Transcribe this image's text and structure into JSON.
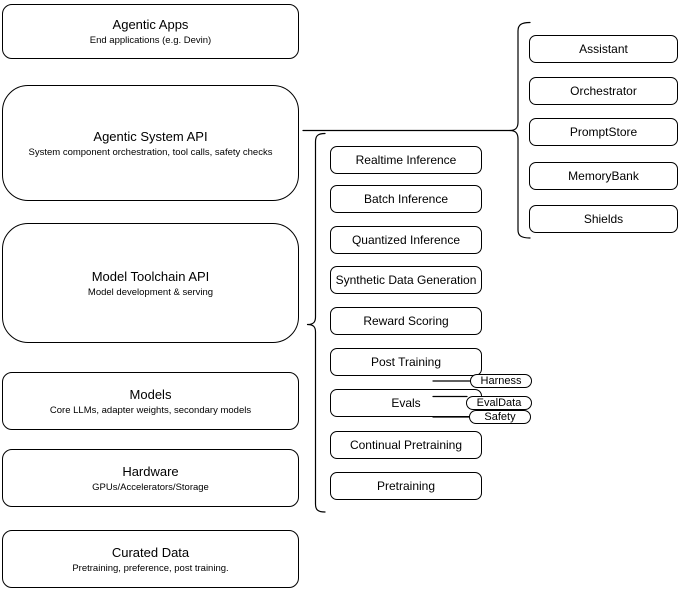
{
  "diagram": {
    "left_column": [
      {
        "title": "Agentic Apps",
        "subtitle": "End applications (e.g. Devin)"
      },
      {
        "title": "Agentic System API",
        "subtitle": "System component orchestration, tool calls, safety checks"
      },
      {
        "title": "Model Toolchain API",
        "subtitle": "Model development & serving"
      },
      {
        "title": "Models",
        "subtitle": "Core LLMs, adapter weights, secondary models"
      },
      {
        "title": "Hardware",
        "subtitle": "GPUs/Accelerators/Storage"
      },
      {
        "title": "Curated Data",
        "subtitle": "Pretraining, preference, post training."
      }
    ],
    "toolchain_services": [
      "Realtime Inference",
      "Batch Inference",
      "Quantized Inference",
      "Synthetic Data Generation",
      "Reward Scoring",
      "Post Training",
      "Evals",
      "Continual Pretraining",
      "Pretraining"
    ],
    "system_components": [
      "Assistant",
      "Orchestrator",
      "PromptStore",
      "MemoryBank",
      "Shields"
    ],
    "eval_tags": [
      "Harness",
      "EvalData",
      "Safety"
    ],
    "colors": {
      "background": "#ffffff",
      "node_fill": "#ffffff",
      "node_border": "#000000",
      "text": "#000000"
    }
  }
}
